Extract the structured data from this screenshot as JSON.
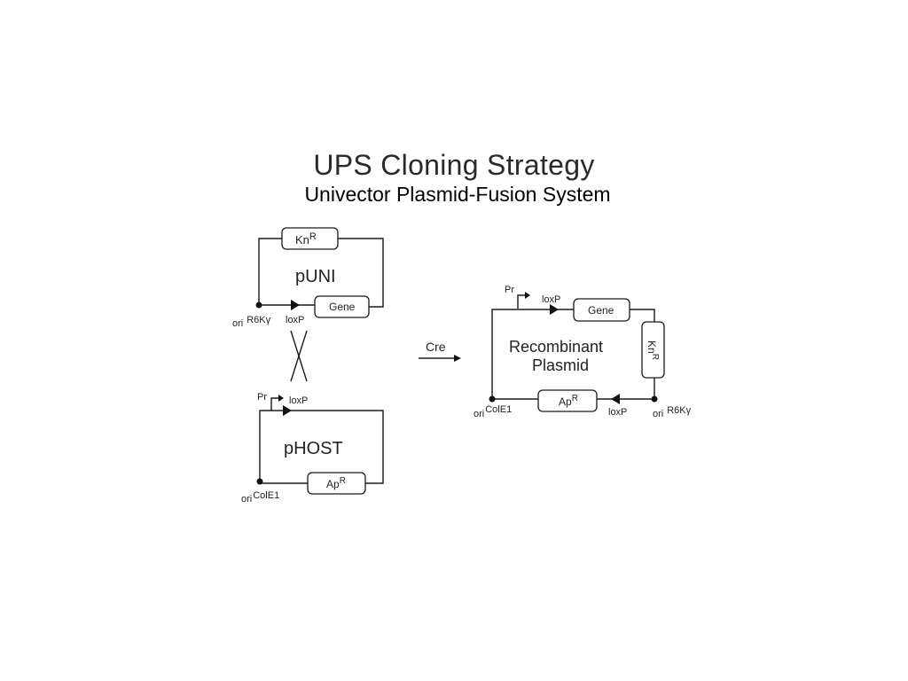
{
  "title": "UPS Cloning Strategy",
  "subtitle": "Univector Plasmid-Fusion System",
  "puni": {
    "name": "pUNI",
    "kn_marker": "Kn",
    "kn_sup": "R",
    "gene": "Gene",
    "loxp": "loxP",
    "ori": "ori",
    "ori_type": "R6K",
    "ori_gamma": "γ"
  },
  "phost": {
    "name": "pHOST",
    "promoter": "Pr",
    "loxp": "loxP",
    "ap_marker": "Ap",
    "ap_sup": "R",
    "ori": "ori",
    "ori_type": "ColE1"
  },
  "reaction": {
    "enzyme": "Cre"
  },
  "recombinant": {
    "name_line1": "Recombinant",
    "name_line2": "Plasmid",
    "promoter": "Pr",
    "loxp_top": "loxP",
    "gene": "Gene",
    "kn_marker": "Kn",
    "kn_sup": "R",
    "ap_marker": "Ap",
    "ap_sup": "R",
    "loxp_bottom": "loxP",
    "ori_left": "ori",
    "ori_left_type": "ColE1",
    "ori_right": "ori",
    "ori_right_type": "R6K",
    "ori_right_gamma": "γ"
  }
}
